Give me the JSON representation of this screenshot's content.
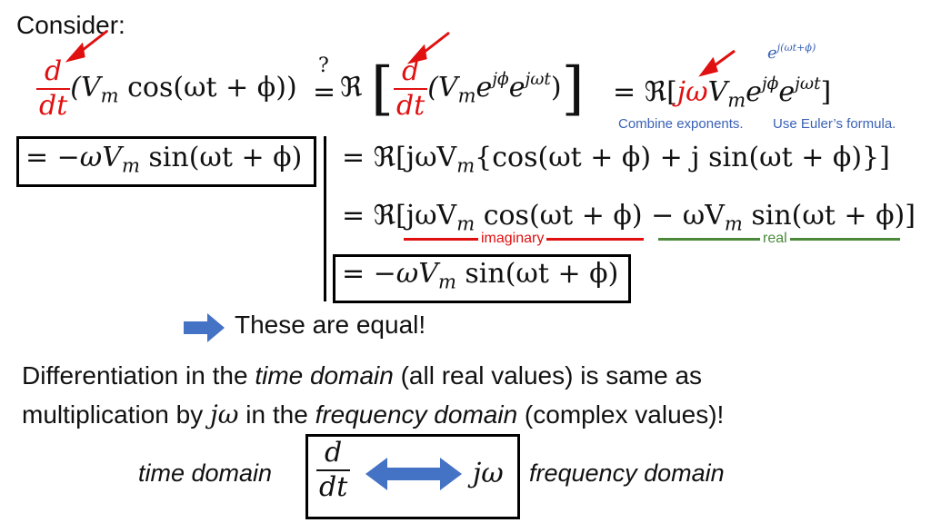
{
  "title": "Consider:",
  "eq1": {
    "d": "d",
    "dt": "dt",
    "lhs": "(V",
    "lhs_sub": "m",
    "lhs_rest": " cos(ωt + ϕ))",
    "q": "?",
    "eq_sign": "=",
    "real_op": "ℜ",
    "mid_v": "(V",
    "mid_sub": "m",
    "mid_e1": "e",
    "mid_sup1": "jϕ",
    "mid_e2": "e",
    "mid_sup2": "jωt",
    "mid_close": ")",
    "rhs_eq": "= ℜ[",
    "rhs_jw": "jω",
    "rhs_v": "V",
    "rhs_sub": "m",
    "rhs_e1": "e",
    "rhs_sup1": "jϕ",
    "rhs_e2": "e",
    "rhs_sup2": "jωt",
    "rhs_close": "]"
  },
  "annotation": {
    "exp_e": "e",
    "exp_sup": "j(ωt+ϕ)",
    "combine": "Combine exponents.",
    "euler": "Use Euler’s formula."
  },
  "left_result": {
    "pre": "= −ωV",
    "sub": "m",
    "post": " sin(ωt + ϕ)"
  },
  "eq2": {
    "pre": "= ℜ[jωV",
    "sub": "m",
    "post": "{cos(ωt + ϕ) + j sin(ωt + ϕ)}]"
  },
  "eq3": {
    "pre": "= ℜ[jωV",
    "sub": "m",
    "mid": " cos(ωt + ϕ) − ωV",
    "sub2": "m",
    "post": " sin(ωt + ϕ)]",
    "imag_label": "imaginary",
    "real_label": "real"
  },
  "eq4": {
    "pre": "= −ωV",
    "sub": "m",
    "post": " sin(ωt + ϕ)"
  },
  "equal_note": "These are equal!",
  "statement": {
    "line1_a": "Differentiation in the ",
    "line1_b": "time domain",
    "line1_c": " (all real values) is same as",
    "line2_a": "multiplication by ",
    "line2_b": "jω",
    "line2_c": " in the ",
    "line2_d": "frequency domain",
    "line2_e": " (complex values)!"
  },
  "bottom": {
    "time_domain": "time domain",
    "d": "d",
    "dt": "dt",
    "jw": "jω",
    "frequency_domain": "frequency domain"
  },
  "colors": {
    "red": "#e01010",
    "blue": "#3a62b6",
    "green": "#4a8a3a",
    "arrow_blue": "#4472c4"
  }
}
